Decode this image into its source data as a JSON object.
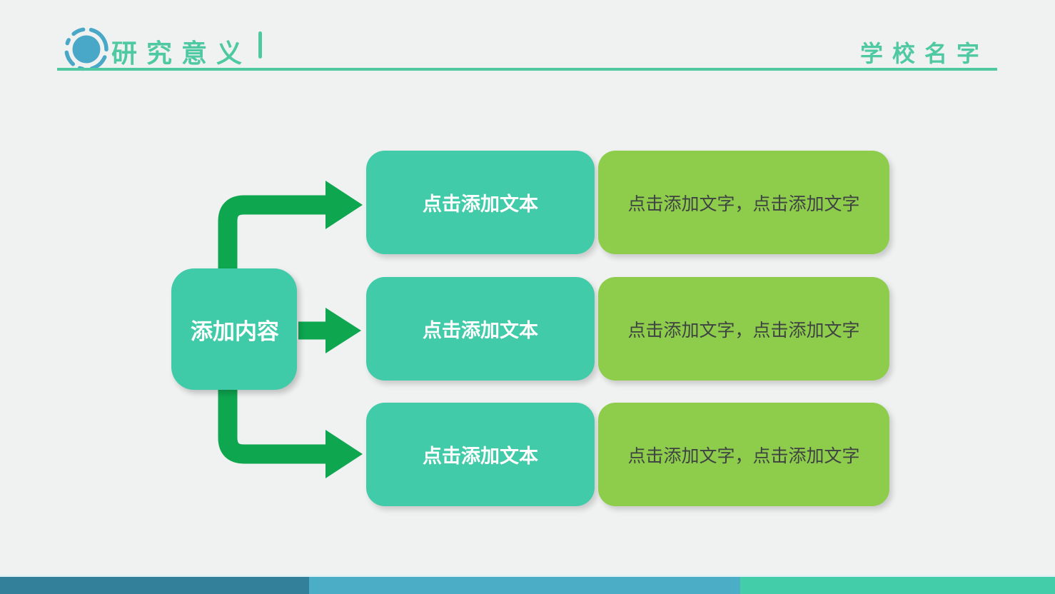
{
  "header": {
    "title": "研究意义",
    "separator": "|",
    "school_name": "学校名字"
  },
  "diagram": {
    "center_label": "添加内容",
    "rows": [
      {
        "left_label": "点击添加文本",
        "right_label": "点击添加文字，点击添加文字"
      },
      {
        "left_label": "点击添加文本",
        "right_label": "点击添加文字，点击添加文字"
      },
      {
        "left_label": "点击添加文本",
        "right_label": "点击添加文字，点击添加文字"
      }
    ]
  },
  "colors": {
    "background": "#F0F1F1",
    "header_green": "#4FC9A1",
    "icon_blue": "#49A8C7",
    "center_box": "#3FCBA7",
    "teal_box": "#42CBA8",
    "green_box": "#8DCD4B",
    "green_box_text": "#3F4243",
    "arrow_green": "#0EA750",
    "footer_left": "#33809A",
    "footer_mid": "#4CADC7",
    "footer_right": "#43CDA9"
  }
}
